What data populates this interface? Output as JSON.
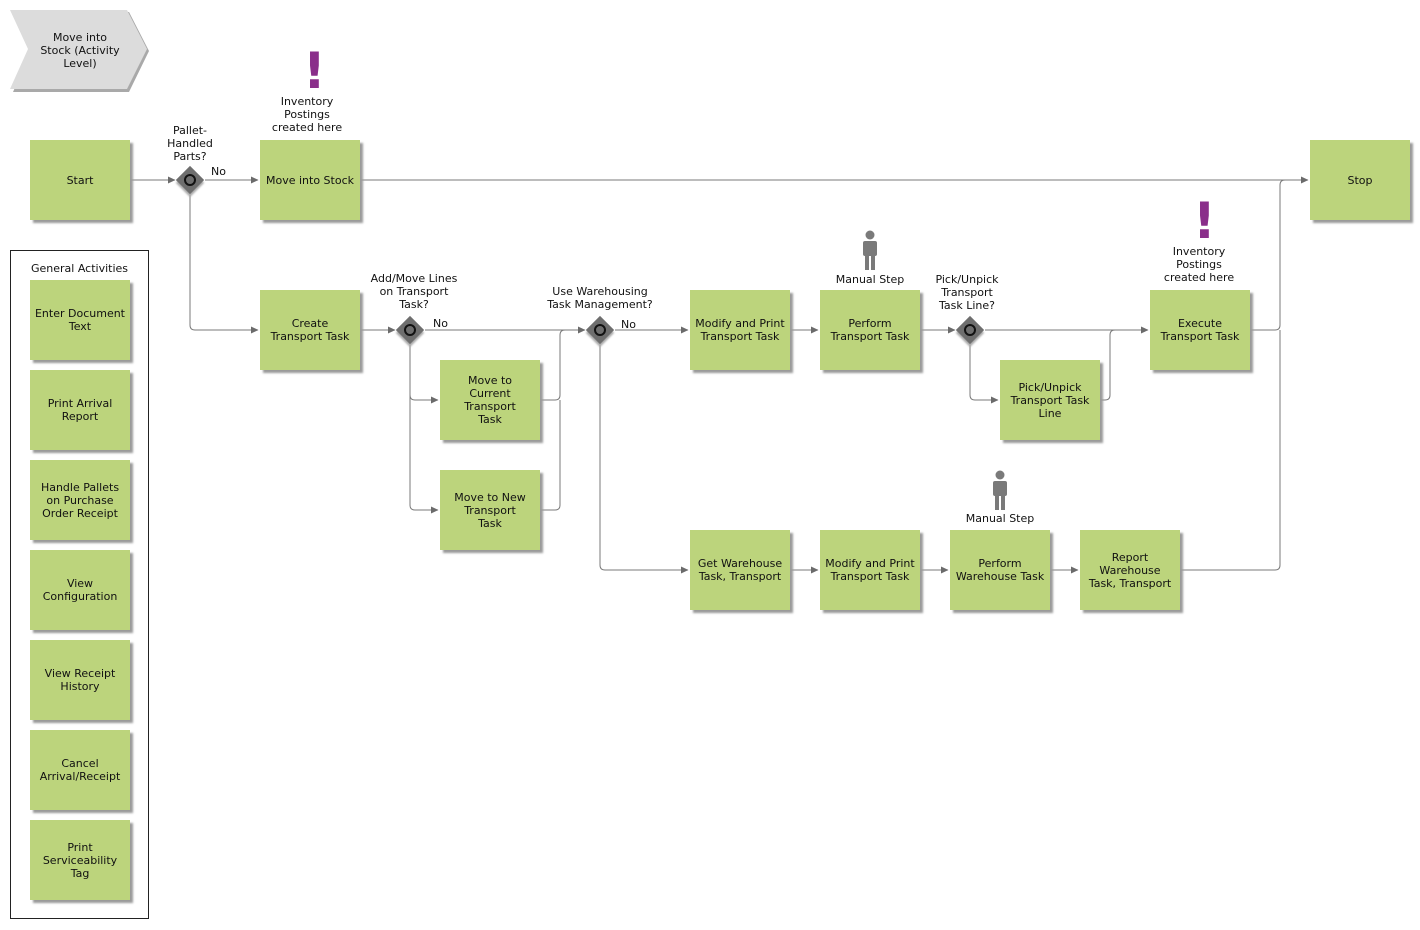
{
  "header": {
    "chevron_label": "Move into\nStock (Activity\nLevel)"
  },
  "nodes": {
    "start": "Start",
    "move_into_stock": "Move into Stock",
    "stop": "Stop",
    "create_transport_task": "Create\nTransport Task",
    "move_to_current": "Move to\nCurrent\nTransport\nTask",
    "move_to_new": "Move to New\nTransport\nTask",
    "modify_print_1": "Modify and Print\nTransport Task",
    "perform_transport": "Perform\nTransport Task",
    "pick_unpick_line": "Pick/Unpick\nTransport Task\nLine",
    "execute_transport": "Execute\nTransport Task",
    "get_warehouse": "Get Warehouse\nTask, Transport",
    "modify_print_2": "Modify and Print\nTransport Task",
    "perform_warehouse": "Perform\nWarehouse Task",
    "report_warehouse": "Report\nWarehouse\nTask, Transport"
  },
  "gateways": {
    "pallet": {
      "question": "Pallet-\nHandled\nParts?",
      "no_label": "No"
    },
    "add_move": {
      "question": "Add/Move Lines\non Transport\nTask?",
      "no_label": "No"
    },
    "warehousing": {
      "question": "Use Warehousing\nTask Management?",
      "no_label": "No"
    },
    "pick_unpick": {
      "question": "Pick/Unpick\nTransport\nTask Line?"
    }
  },
  "annotations": {
    "inventory_1": "Inventory\nPostings\ncreated here",
    "inventory_2": "Inventory\nPostings\ncreated here",
    "manual_1": "Manual Step",
    "manual_2": "Manual Step"
  },
  "general_activities": {
    "title": "General Activities",
    "items": [
      "Enter Document\nText",
      "Print Arrival\nReport",
      "Handle Pallets\non Purchase\nOrder Receipt",
      "View\nConfiguration",
      "View Receipt\nHistory",
      "Cancel\nArrival/Receipt",
      "Print\nServiceability\nTag"
    ]
  },
  "colors": {
    "activity_fill": "#bcd47c",
    "gateway_fill": "#6e6e6e",
    "exclamation": "#8a2e8a",
    "person": "#7a7a7a",
    "edge": "#6b6b6b"
  }
}
